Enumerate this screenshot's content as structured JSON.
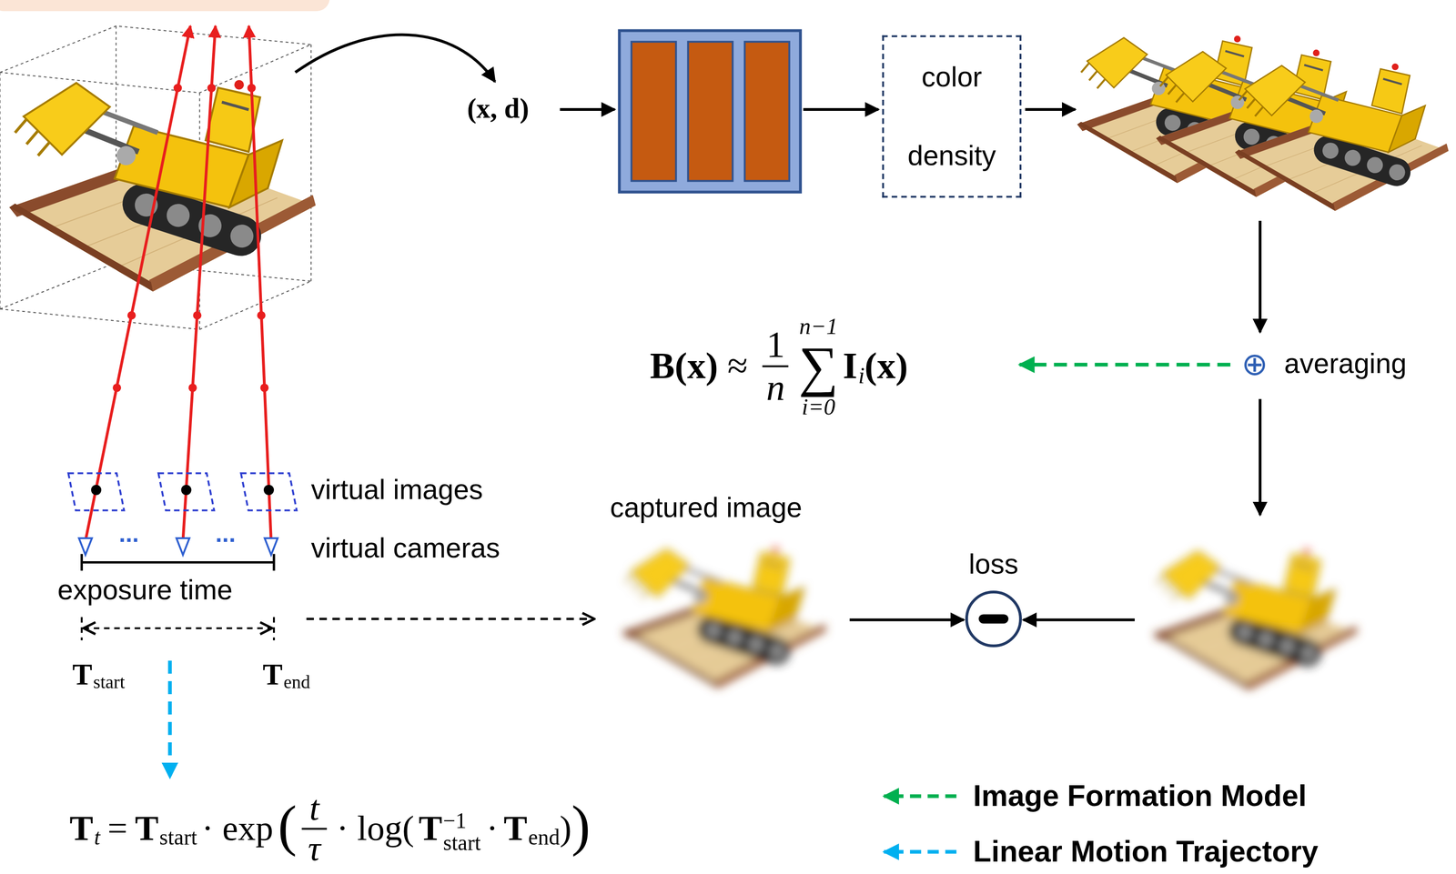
{
  "diagram": {
    "nodes": [
      {
        "text": [
          "color",
          "density"
        ]
      },
      {
        "text": [
          "loss"
        ]
      }
    ],
    "labels": [
      "(x, d)",
      "⊕",
      "averaging",
      "B(x)",
      "≈",
      "1",
      "n",
      "n−1",
      "∑",
      "i=0",
      "I",
      "i",
      "(x)",
      "virtual images",
      "...",
      "...",
      "virtual cameras",
      "captured image",
      "exposure time",
      "T",
      "start",
      "T",
      "end",
      "T",
      "t",
      "=",
      "T",
      "start",
      "· exp",
      "(",
      "t",
      "τ",
      "· log(",
      "T",
      "−1",
      "start",
      "·",
      "T",
      "end",
      ")",
      ")"
    ],
    "legend": [
      {
        "text": "Image Formation Model"
      },
      {
        "text": "Linear Motion Trajectory"
      }
    ]
  }
}
